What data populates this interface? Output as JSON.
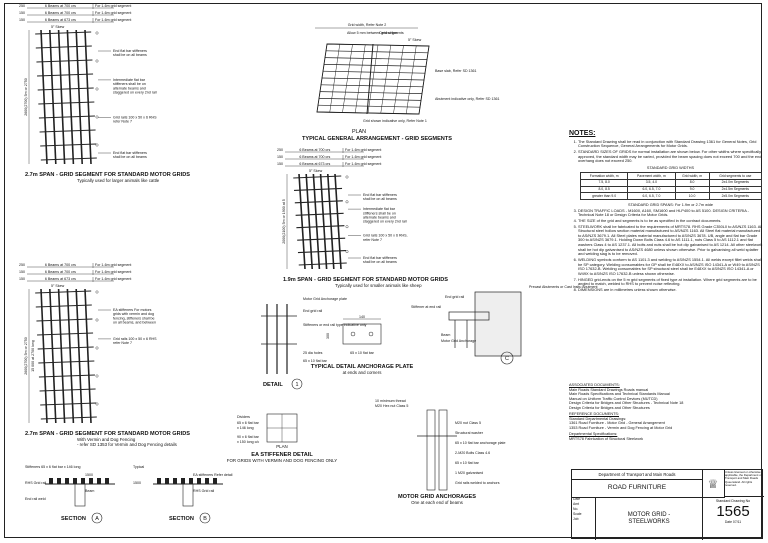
{
  "drawing": {
    "views": {
      "span27_top": {
        "dims": [
          "250",
          "150",
          "150"
        ],
        "beam_labels": [
          "6 Beams at 700 crs",
          "6 Beams at 700 crs",
          "6 Beams at 673 crs"
        ],
        "segment_labels": [
          "For 1-6m grid segment",
          "For 1-6m grid segment",
          "For 1-6m grid segment"
        ],
        "vert_dim": "2600(2700) 5m or 2750",
        "skew_label": "5° Skew",
        "callouts": [
          "End flat bar stiffeners shall be on all beams",
          "Intermediate flat bar stiffeners shall be on alternate beams and staggered on every 2nd rail",
          "Grid rails 100 x 50 x 6 RHS refer Note 7",
          "End flat bar stiffeners shall be on all beams"
        ],
        "caption": "2.7m SPAN - GRID SEGMENT FOR STANDARD MOTOR GRIDS",
        "subcaption": "Typically used for larger animals like cattle"
      },
      "span27_bottom": {
        "dims": [
          "250",
          "150",
          "150"
        ],
        "beam_labels": [
          "6 Beams at 700 crs",
          "6 Beams at 700 crs",
          "6 Beams at 673 crs"
        ],
        "segment_labels": [
          "For 1-6m grid segment",
          "For 1-6m grid segment",
          "For 1-6m grid segment"
        ],
        "vert_dim": "2600(2700) 5m or 2750",
        "vert_dim2": "15 000 at 2700 long",
        "skew_label": "5° Skew",
        "callouts": [
          "EA stiffeners For motors grids with vermin and dog fencing, stiffeners shall be on all beams, and between all rails",
          "Grid rails 100 x 50 x 6 RHS refer Note 7"
        ],
        "caption": "2.7m SPAN - GRID SEGMENT FOR STANDARD MOTOR GRIDS",
        "subcaption": "With Vermin and Dog Fencing",
        "subcaption2": "- refer SD 1353 for Vermin and Dog Fencing details"
      },
      "span19": {
        "dims": [
          "250",
          "150",
          "150"
        ],
        "beam_labels": [
          "6 Beams at 700 crs",
          "6 Beams at 700 crs",
          "6 Beams at 673 crs"
        ],
        "segment_labels": [
          "For 1-6m grid segment",
          "For 1-6m grid segment",
          "For 1-6m grid segment"
        ],
        "vert_dim": "2000(2100) 5m or 1900 at 5",
        "skew_label": "5° Skew",
        "callouts": [
          "End flat bar stiffeners shall be on all beams",
          "Intermediate flat bar stiffeners shall be on alternate beams and staggered on every 2nd rail",
          "Grid rails 100 x 50 x 6 RHS, refer Note 7",
          "End flat bar stiffeners shall be on all beams"
        ],
        "caption": "1.9m SPAN - GRID SEGMENT FOR STANDARD MOTOR GRIDS",
        "subcaption": "Typically used for smaller animals like sheep"
      },
      "plan": {
        "labels": [
          "Grid width, Refer Note 2",
          "Allow 5 mm between grid segments",
          "Central line",
          "5° Skew",
          "Base slab, Refer SD 1361",
          "Abutment indicative only, Refer SD 1361",
          "Grid shown indicative only, Refer Note 1"
        ],
        "caption_top": "PLAN",
        "caption": "TYPICAL GENERAL ARRANGEMENT - GRID SEGMENTS"
      },
      "anchorage_plate": {
        "labels": [
          "Precast Abutments or Cast Insitu Abutment",
          "End grid rail",
          "Stiffener at end rail",
          "Beam",
          "Motor Grid Anchorage",
          "300",
          "140",
          "65 x 10 flat bar"
        ],
        "caption": "TYPICAL DETAIL ANCHORAGE PLATE",
        "subcaption": "at ends and corners",
        "section_label": "C"
      },
      "detail1": {
        "labels": [
          "Motor Grid Anchorage plate",
          "End grid rail",
          "Stiffeners or end rail type indicative only",
          "25 dia holes",
          "65 x 10 flat bar"
        ],
        "detail_label": "DETAIL",
        "detail_no": "1"
      },
      "stiffener": {
        "labels": [
          "Dividers",
          "65 x 6 flat bar",
          "x 146 long",
          "90 x 6 flat bar",
          "x 150 long c/c"
        ],
        "plan_label": "PLAN",
        "caption": "EA STIFFENER DETAIL",
        "subcaption": "FOR GRIDS WITH VERMIN AND DOG FENCING ONLY"
      },
      "anchorages": {
        "labels": [
          "10 minimum thread",
          "M20 Hex nut Class 5",
          "M20 nut Class 5",
          "Structural washer",
          "65 x 10 flat bar anchorage plate",
          "2-M20 Bolts Class 4.6",
          "65 x 10 flat bar",
          "1 M20 galvanised",
          "Grid rails welded to anchors"
        ],
        "caption": "MOTOR GRID ANCHORAGES",
        "subcaption": "One at each end of beams"
      },
      "section_a": {
        "labels": [
          "Stiffeners 65 x 6 flat bar x 146 long",
          "1500",
          "RHS Grid rail",
          "Beam",
          "End rail weld"
        ],
        "section_label": "SECTION",
        "section_id": "A"
      },
      "section_b": {
        "labels": [
          "Typical",
          "EA stiffeners Refer detail",
          "1500",
          "RHS Grid rail"
        ],
        "section_label": "SECTION",
        "section_id": "B"
      }
    },
    "notes": {
      "title": "NOTES:",
      "items": [
        "The Standard Drawing shall be read in conjunction with Standard Drawing 1361 for General Notes, Grid Construction Sequence, General Arrangements for Motor Grids.",
        "STANDARD SIZES OF GRIDS for normal installation are shown below. For other widths where specifically approved, the standard width may be varied, provided the beam spacing does not exceed 700 and the end overhang does not exceed 250.",
        "DESIGN TRAFFIC LOADS - M1600, A160, SM1600 and HLP400 to AS 5100. DESIGN CRITERIA - Technical Note 18 or Design Criteria for Motor Grids.",
        "THE SIZE of the grid and segments is to be as specified in the contract documents.",
        "STEELWORK shall be fabricated to the requirements of MRTS78. RHS Grade C350L0 to AS/NZS 1163. All Structural steel hollow section material manufactured to AS/NZS 1163. All Steel flat material manufactured to AS/NZS 3679.1. All Steel plates material manufactured to AS/NZS 3678. UB, angle and flat bar Grade 300 to AS/NZS 3679.1. Holding Down Bolts Class 4.6 to AS 1111.1, nuts Class 5 to AS 1112.1 and flat washers Class 4 to AS 1237.1. All bolts and nuts shall be hot dip galvanised to AS 1214. All other steelwork shall be hot dip galvanised to AS/NZS 4680 unless shown otherwise. Prior to galvanising all weld splatter and welding slag is to be removed.",
        "WELDING symbols conform to AS 1101.3 and welding to AS/NZS 1554.1. All welds except fillet welds shall be SP category. Welding consumables for GP shall be E48XX to AS/NZS ISO 14341-A or W49 to AS/NZS ISO 17632-B. Welding consumables for SP structural steel shall be E48XX to AS/NZS ISO 14341-A or W49X to AS/NZS ISO 17632-B unless shown otherwise.",
        "HINGED grid-ends on the 5 m grid segments of fixed type at installation. Where grid segments are to be angled to match, welded to RHS to prevent noise reflecting.",
        "DIMENSIONS are in millimetres unless shown otherwise."
      ],
      "table": {
        "caption": "STANDARD GRID WIDTHS",
        "headers": [
          "Formation width, m",
          "Pavement width, m",
          "Grid width, m",
          "Grid segments to use"
        ],
        "rows": [
          [
            "7.5, 8.0",
            "3.5, 4.0",
            "8.0",
            "2x4.0m Segments"
          ],
          [
            "8.0, 8.5",
            "6.0, 6.5, 7.0",
            "9.0",
            "2x4.5m Segments"
          ],
          [
            "greater than 9.0",
            "6.0, 6.5, 7.0",
            "10.0",
            "2x5.0m Segments"
          ]
        ],
        "footnote": "STANDARD GRID SPANS: For 1.9m or 2.7m wide"
      }
    },
    "references": {
      "associated_title": "ASSOCIATED DOCUMENTS:",
      "associated": [
        "Main Roads Standard Drawings Roads manual",
        "Main Roads Specifications and Technical Standards Manual",
        "Manual on Uniform Traffic Control Devices (MUTCD)",
        "Design Criteria for Bridges and Other Structures - Technical Note 18",
        "Design Criteria for Bridges and Other Structures"
      ],
      "reference_title": "REFERENCE DOCUMENTS:",
      "reference": [
        "Standard Departmental Drawings:",
        "1361 Road Furniture - Motor Grid - General Arrangement",
        "1353 Road Furniture - Vermin and Dog Fencing at Motor Grid"
      ],
      "spec_title": "Departmental Specifications:",
      "spec": [
        "MRTS78 Fabrication of Structural Steelwork"
      ]
    },
    "title_block": {
      "department": "Department of Transport and Main Roads",
      "category": "ROAD FURNITURE",
      "title_line1": "MOTOR GRID -",
      "title_line2": "STEELWORKS",
      "meta": [
        "Date",
        "Amt",
        "No.",
        "Scale",
        "Job"
      ],
      "copyright": "Unless licensed or otherwise applicable, the Department of Transport and Main Roads Queensland. All rights reserved.",
      "std_label": "Standard Drawing No",
      "number": "1565",
      "date": "Date 07/11"
    }
  }
}
